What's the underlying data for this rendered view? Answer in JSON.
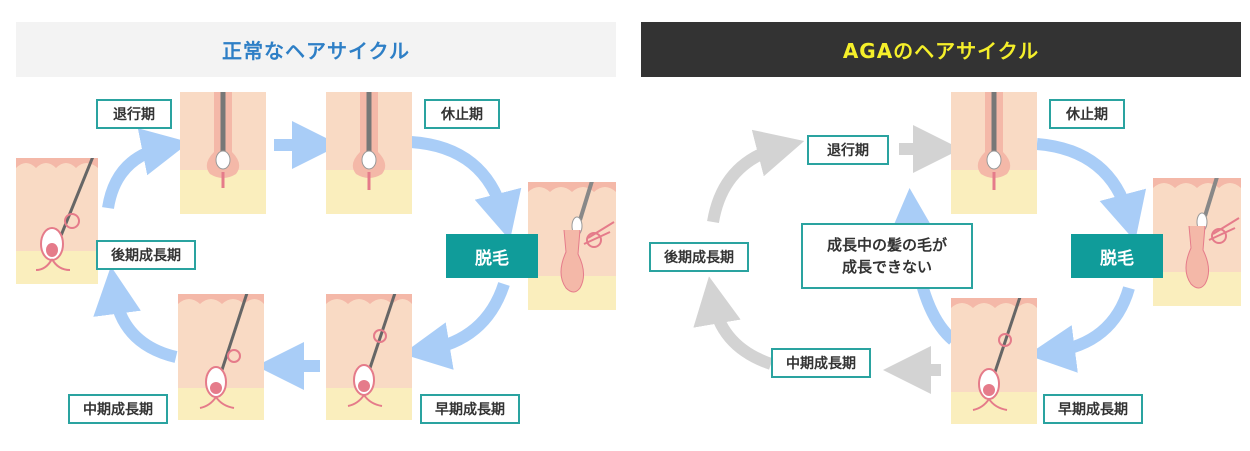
{
  "normal": {
    "title": "正常なヘアサイクル",
    "labels": {
      "catagen": "退行期",
      "telogen": "休止期",
      "shedding": "脱毛",
      "early_anagen": "早期成長期",
      "mid_anagen": "中期成長期",
      "late_anagen": "後期成長期"
    }
  },
  "aga": {
    "title": "AGAのヘアサイクル",
    "labels": {
      "catagen": "退行期",
      "telogen": "休止期",
      "shedding": "脱毛",
      "early_anagen": "早期成長期",
      "mid_anagen": "中期成長期",
      "late_anagen": "後期成長期"
    },
    "note_lines": [
      "成長中の髪の毛が",
      "成長できない"
    ]
  },
  "colors": {
    "normal_title": "#2e7fc6",
    "aga_title": "#f5ef2a",
    "aga_header_bg": "#333333",
    "label_border": "#2aa3a0",
    "teal_label_bg": "#109c9a",
    "arrow_blue": "#a9cdf7",
    "arrow_gray": "#d3d3d3",
    "skin": "#f9dac4",
    "skin_top": "#f4b8a8",
    "fat": "#faeebd"
  }
}
